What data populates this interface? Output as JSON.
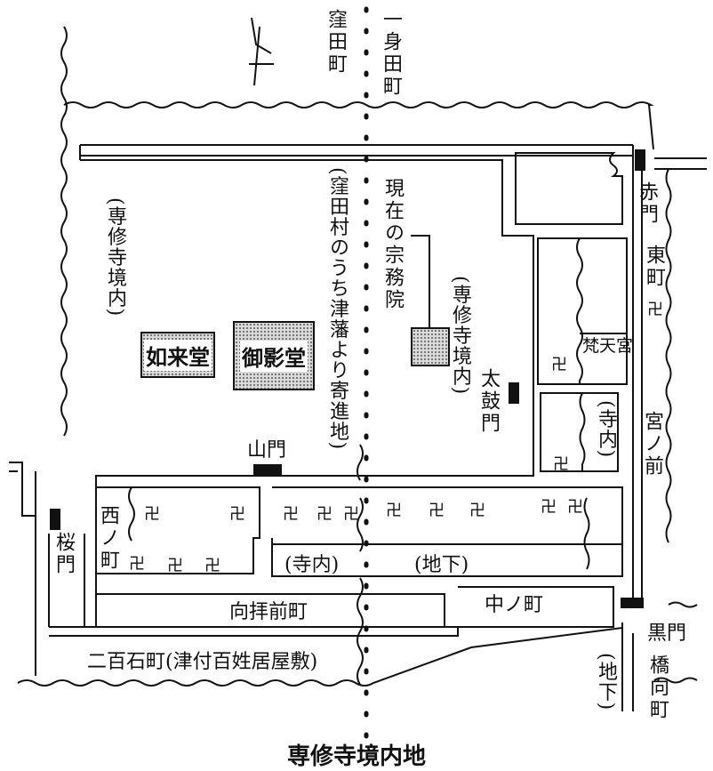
{
  "caption": "専修寺境内地",
  "north_symbol": "north-arrow",
  "streets": {
    "kubota_machi": "窪田町",
    "isshinden_machi": "一身田町",
    "kubota_grant": "(窪田村のうち津藩より寄進地)",
    "nishi_no_machi": "西ノ町",
    "higashi_machi": "東町",
    "miyanomae": "宮ノ前",
    "mukou_haizen_machi": "向拝前町",
    "nakano_machi": "中ノ町",
    "nihyakkoku_machi": "二百石町(津付百姓居屋敷)",
    "hashimuko_machi": "橋向町"
  },
  "precinct": {
    "west": "(専修寺境内)",
    "east": "(専修寺境内)",
    "shumuin_label": "現在の宗務院",
    "teranai_1": "(寺内)",
    "teranai_2": "(寺内)",
    "jige_1": "(地下)",
    "jige_2": "(地下)"
  },
  "buildings": {
    "nyoraido": "如来堂",
    "goeido": "御影堂",
    "bontengu": "梵天宮"
  },
  "gates": {
    "sanmon": "山門",
    "akamon": "赤門",
    "taikomon": "太鼓門",
    "sakuramon": "桜門",
    "kuromon": "黒門"
  },
  "temple_symbol": "卍"
}
